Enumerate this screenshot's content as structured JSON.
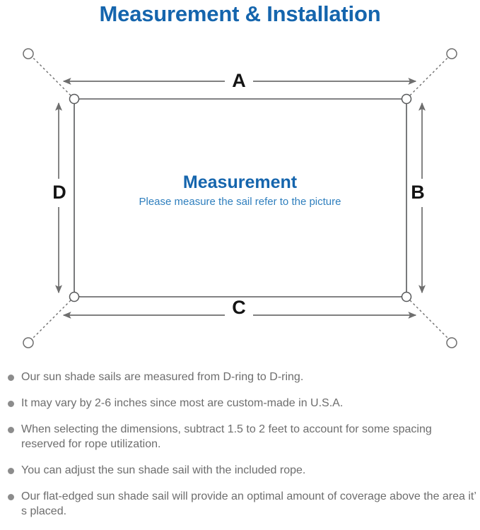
{
  "header": {
    "title": "Measurement & Installation",
    "title_color": "#1565ad"
  },
  "diagram": {
    "name": "sun-shade-sail-measurement-diagram",
    "center_title": "Measurement",
    "center_subtitle": "Please measure the sail refer to the picture",
    "center_title_color": "#1565ad",
    "center_subtitle_color": "#2f7fbe",
    "labels": {
      "top": "A",
      "right": "B",
      "bottom": "C",
      "left": "D"
    },
    "line_color": "#6e6e6e",
    "sail_outline_color": "#58595b"
  },
  "notes": [
    {
      "text": "Our sun shade sails are measured from D-ring to D-ring."
    },
    {
      "text": "It may vary by 2-6 inches since most are custom-made in U.S.A."
    },
    {
      "text": "When selecting the dimensions, subtract 1.5 to 2 feet to account for some spacing reserved for rope utilization."
    },
    {
      "text": "You can adjust the sun shade sail with the included rope."
    },
    {
      "text": "Our flat-edged sun shade sail will provide an optimal amount of coverage above the area it’ s placed."
    }
  ]
}
